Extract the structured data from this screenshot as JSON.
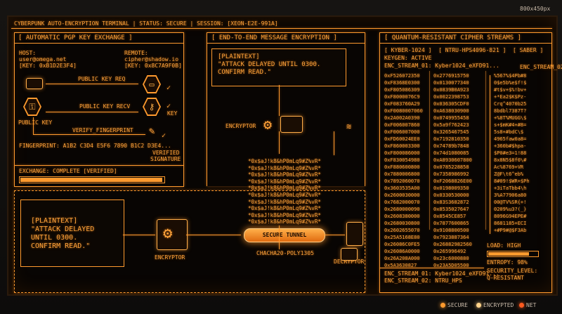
{
  "top_bar": {
    "title": "CYBERPUNK AUTO-ENCRYPTION TERMINAL | STATUS: SECURE | SESSION: [XEON-E2E-991A]",
    "resolution": "800x450px"
  },
  "pgp": {
    "header": "[ AUTOMATIC PGP KEY EXCHANGE ]",
    "host_label": "HOST:",
    "host_user": "user@omega.net",
    "host_key": "[KEY: 0xB1D2E3F4]",
    "remote_label": "REMOTE:",
    "remote_user": "cipher@shadow.io",
    "remote_key": "[KEY: 0x8C7A9F0B]",
    "public_key_req": "PUBLIC KEY REQ",
    "public_key_recv": "PUBLIC KEY RECV",
    "public_key": "PUBLIC KEY",
    "key": "KEY",
    "verify_fingerprint": "VERIFY_FINGERPRINT",
    "fingerprint": "FINGERPRINT: A1B2 C3D4 E5F6 7890 B1C2 D3E4...",
    "verified_line1": "VERIFIED",
    "verified_line2": "SIGNATURE",
    "exchange_status": "EXCHANGE: COMPLETE [VERIFIED]",
    "exchange_progress": 1.0
  },
  "pipeline": {
    "plaintext_line1": "[PLAINTEXT]",
    "plaintext_line2": "\"ATTACK DELAYED",
    "plaintext_line3": "UNTIL 0300.",
    "plaintext_line4": "CONFIRM READ.\"",
    "encryptor_label": "ENCRYPTOR",
    "tunnel_label": "SECURE TUNNEL",
    "cipher_label": "CHACHA20-POLY1305",
    "decryptor_label": "DECRYPTOR"
  },
  "e2e": {
    "header": "[ END-TO-END MESSAGE ENCRYPTION ]",
    "plaintext_line1": "[PLAINTEXT]",
    "plaintext_line2": "\"ATTACK DELAYED UNTIL 0300.",
    "plaintext_line3": "CONFIRM READ.\"",
    "encryptor_label": "ENCRYPTOR",
    "ciphertext": [
      "*0x$aJ!k8&hP0mLq9#Z%vR*",
      "*0x$aJ!k8&hP0mLq9#Z%vR*",
      "*0x$aJ!k8&hP0mLq9#Z%vR*",
      "*0x$aJ!k8&hP0mLq9#Z%vR*",
      "*0x$aJ!k8&hP0mLq9#Z%vR*",
      "*0x$aJ!k8&hP0mLq9#Z%vR*",
      "*0x$aJ!k8&hP0mLq9#Z%vR*",
      "*0x$aJ!k8&hP0mLq9#Z%vR*",
      "*0x$aJ!k8&hP0mLq9#Z%vR*",
      "*0x$aJ!k8&hP0mLq9#Z%vR*"
    ]
  },
  "quantum": {
    "header": "[ QUANTUM-RESISTANT CIPHER STREAMS ]",
    "algos": "[ KYBER-1024 ]  [ NTRU-HPS4096-821 ]  [ SABER ]",
    "keygen": "KEYGEN: ACTIVE",
    "stream1_top": "ENC_STREAM_01: Kyber1024_eXFD91...",
    "stream2_top": "ENC_STREAM_02:",
    "col1": [
      "0xF526072350",
      "0xF8368E0300",
      "0xF805086309",
      "0xF8000076C9",
      "0xF083760A29",
      "0xF0080007060",
      "0x2A002A0390",
      "0xF006007860",
      "0xF006007000",
      "0xFD60024EE0",
      "0xF860003300",
      "0xF800086000",
      "0xF830054980",
      "0xF880600800",
      "0x7880006800",
      "0x7892060070",
      "0x3603535A00",
      "0x2600030000",
      "0x7682000070",
      "0x2680000090",
      "0x2608380000",
      "0x2680030800",
      "0x2602655070",
      "0x25A5168E80",
      "0x26086C0FE5",
      "0x26086A0000",
      "0x26A208A000",
      "0x5A3630827"
    ],
    "col2": [
      "0x2776915750",
      "0x0130077340",
      "0x0839B0A923",
      "0x0022398753",
      "0x036305CDF0",
      "0xA638030900",
      "0x0749955458",
      "0x5a9f762423",
      "0x3265467545",
      "0x7192810350",
      "0x74789b7848",
      "0x74d1080085",
      "0xA8930607800",
      "0x0785228858",
      "0x7358986992",
      "0xF2068826E00",
      "0x0198009350",
      "0x0330530000",
      "0x83S3682872",
      "0x8535027647",
      "0x8545CE857",
      "0x7877600865",
      "0x9108800500",
      "0x7923887364",
      "0x26882982560",
      "0x265996492",
      "0x23c6000880",
      "0x23A5D05500"
    ],
    "col3": [
      "%567%$4Pb#8",
      "0$e5b%e$f!$",
      "#t$v+$%!bv+",
      "+*Ea2$K$Pz-",
      "Crq^4070b25",
      "8bdbl7387T?",
      "+%8T%MUGG\\$",
      "s+$mK#4+#8=",
      "5s8+#bdC\\$",
      "4965faw0a8=",
      "+360b#$hpa-",
      "$P0#e3=1!88",
      "8x8N5$8f0\\#",
      "Ac%8769+VR",
      "Z@F\\t6^eb%",
      "8#09!$WR+$Ph",
      "+3iTaTbb4\\h",
      "3%A77906a80",
      "00@TV%SR{+!",
      "0209%u3?(_}",
      "8096G94EPE#",
      "8681185+ECI",
      "+#P9#@$F3Ab"
    ],
    "load": "LOAD: HIGH",
    "load_progress": 0.85,
    "entropy": "ENTROPY: 98%",
    "security_level_line1": "SECURITY_LEVEL:",
    "security_level_line2": "Q-RESISTANT",
    "stream1_bottom": "ENC_STREAM_01: Kyber1024_eXFD91...",
    "stream2_bottom": "ENC_STREAM_02: NTRU_HPS"
  },
  "status_leds": {
    "secure": "SECURE",
    "encrypted": "ENCRYPTED",
    "net": "NET",
    "secure_color": "#ff9a2e",
    "encrypted_color": "#ffd28a",
    "net_color": "#ff5a1f"
  }
}
